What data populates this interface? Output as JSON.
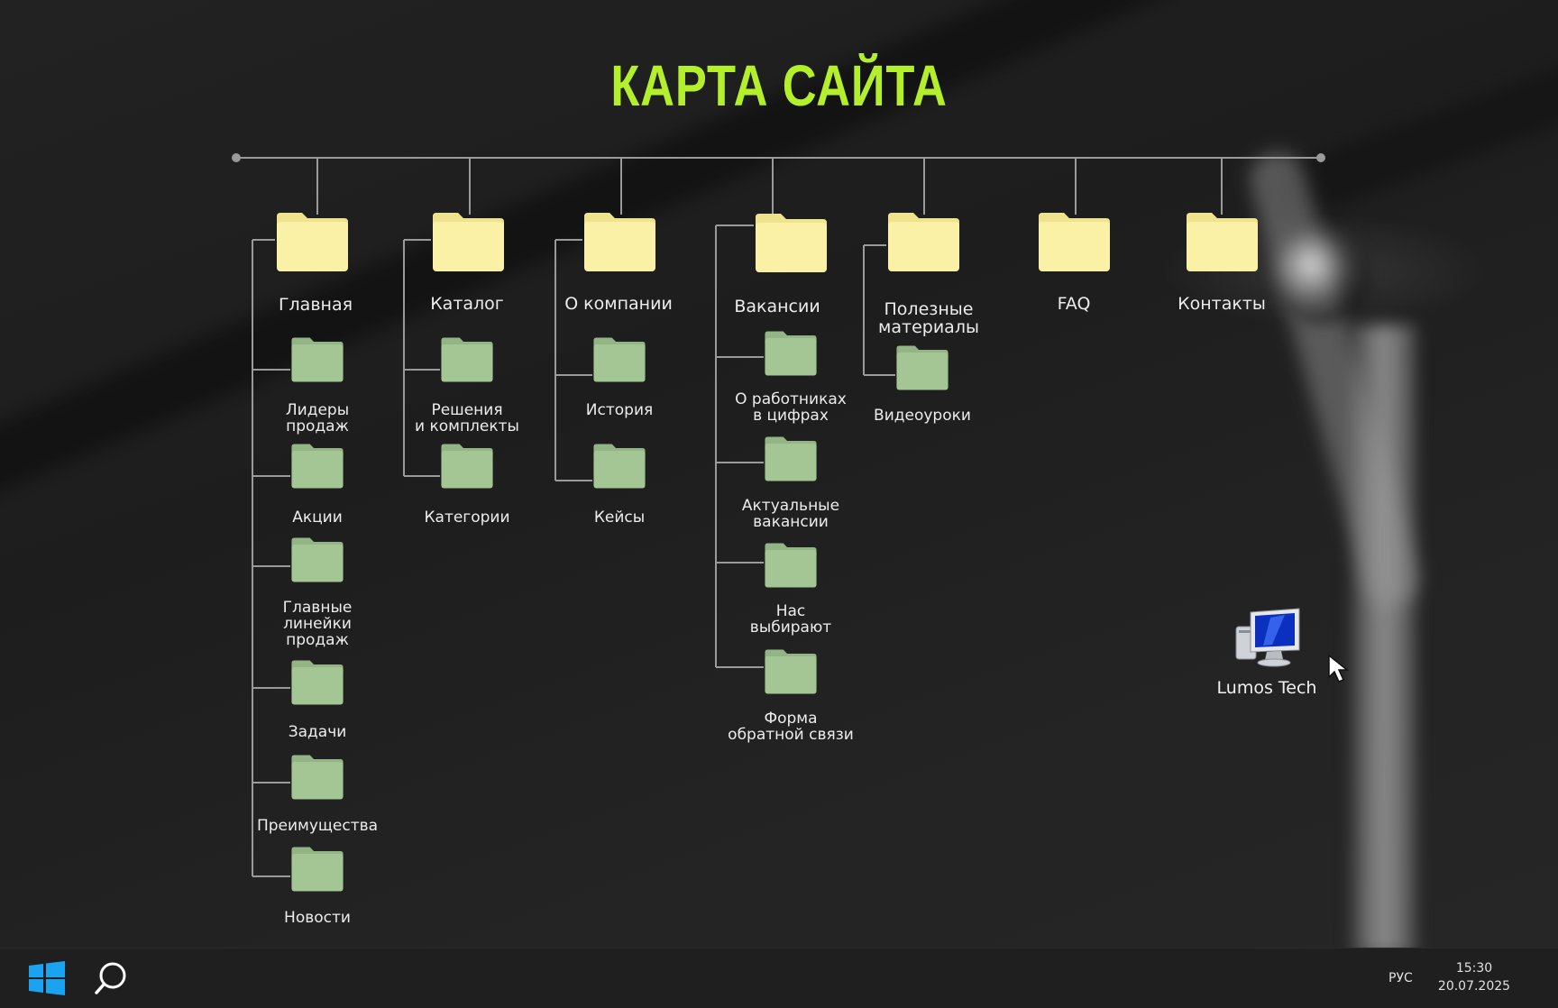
{
  "page_title": "КАРТА САЙТА",
  "colors": {
    "accent": "#b4ef2c",
    "folder_main": "#fbf1a6",
    "folder_sub": "#a4c695",
    "line": "#9a9a9a"
  },
  "columns": [
    {
      "label": "Главная",
      "children": [
        "Лидеры\nпродаж",
        "Акции",
        "Главные\nлинейки\nпродаж",
        "Задачи",
        "Преимущества",
        "Новости"
      ]
    },
    {
      "label": "Каталог",
      "children": [
        "Решения\nи комплекты",
        "Категории"
      ]
    },
    {
      "label": "О компании",
      "children": [
        "История",
        "Кейсы"
      ]
    },
    {
      "label": "Вакансии",
      "children": [
        "О работниках\nв цифрах",
        "Актуальные\nвакансии",
        "Нас\nвыбирают",
        "Форма\nобратной связи"
      ]
    },
    {
      "label": "Полезные\nматериалы",
      "children": [
        "Видеоуроки"
      ]
    },
    {
      "label": "FAQ",
      "children": []
    },
    {
      "label": "Контакты",
      "children": []
    }
  ],
  "desktop_icon": {
    "label": "Lumos Tech",
    "icon": "computer-icon"
  },
  "taskbar": {
    "start_icon": "windows-icon",
    "search_icon": "search-icon",
    "language": "РУС",
    "time": "15:30",
    "date": "20.07.2025"
  }
}
